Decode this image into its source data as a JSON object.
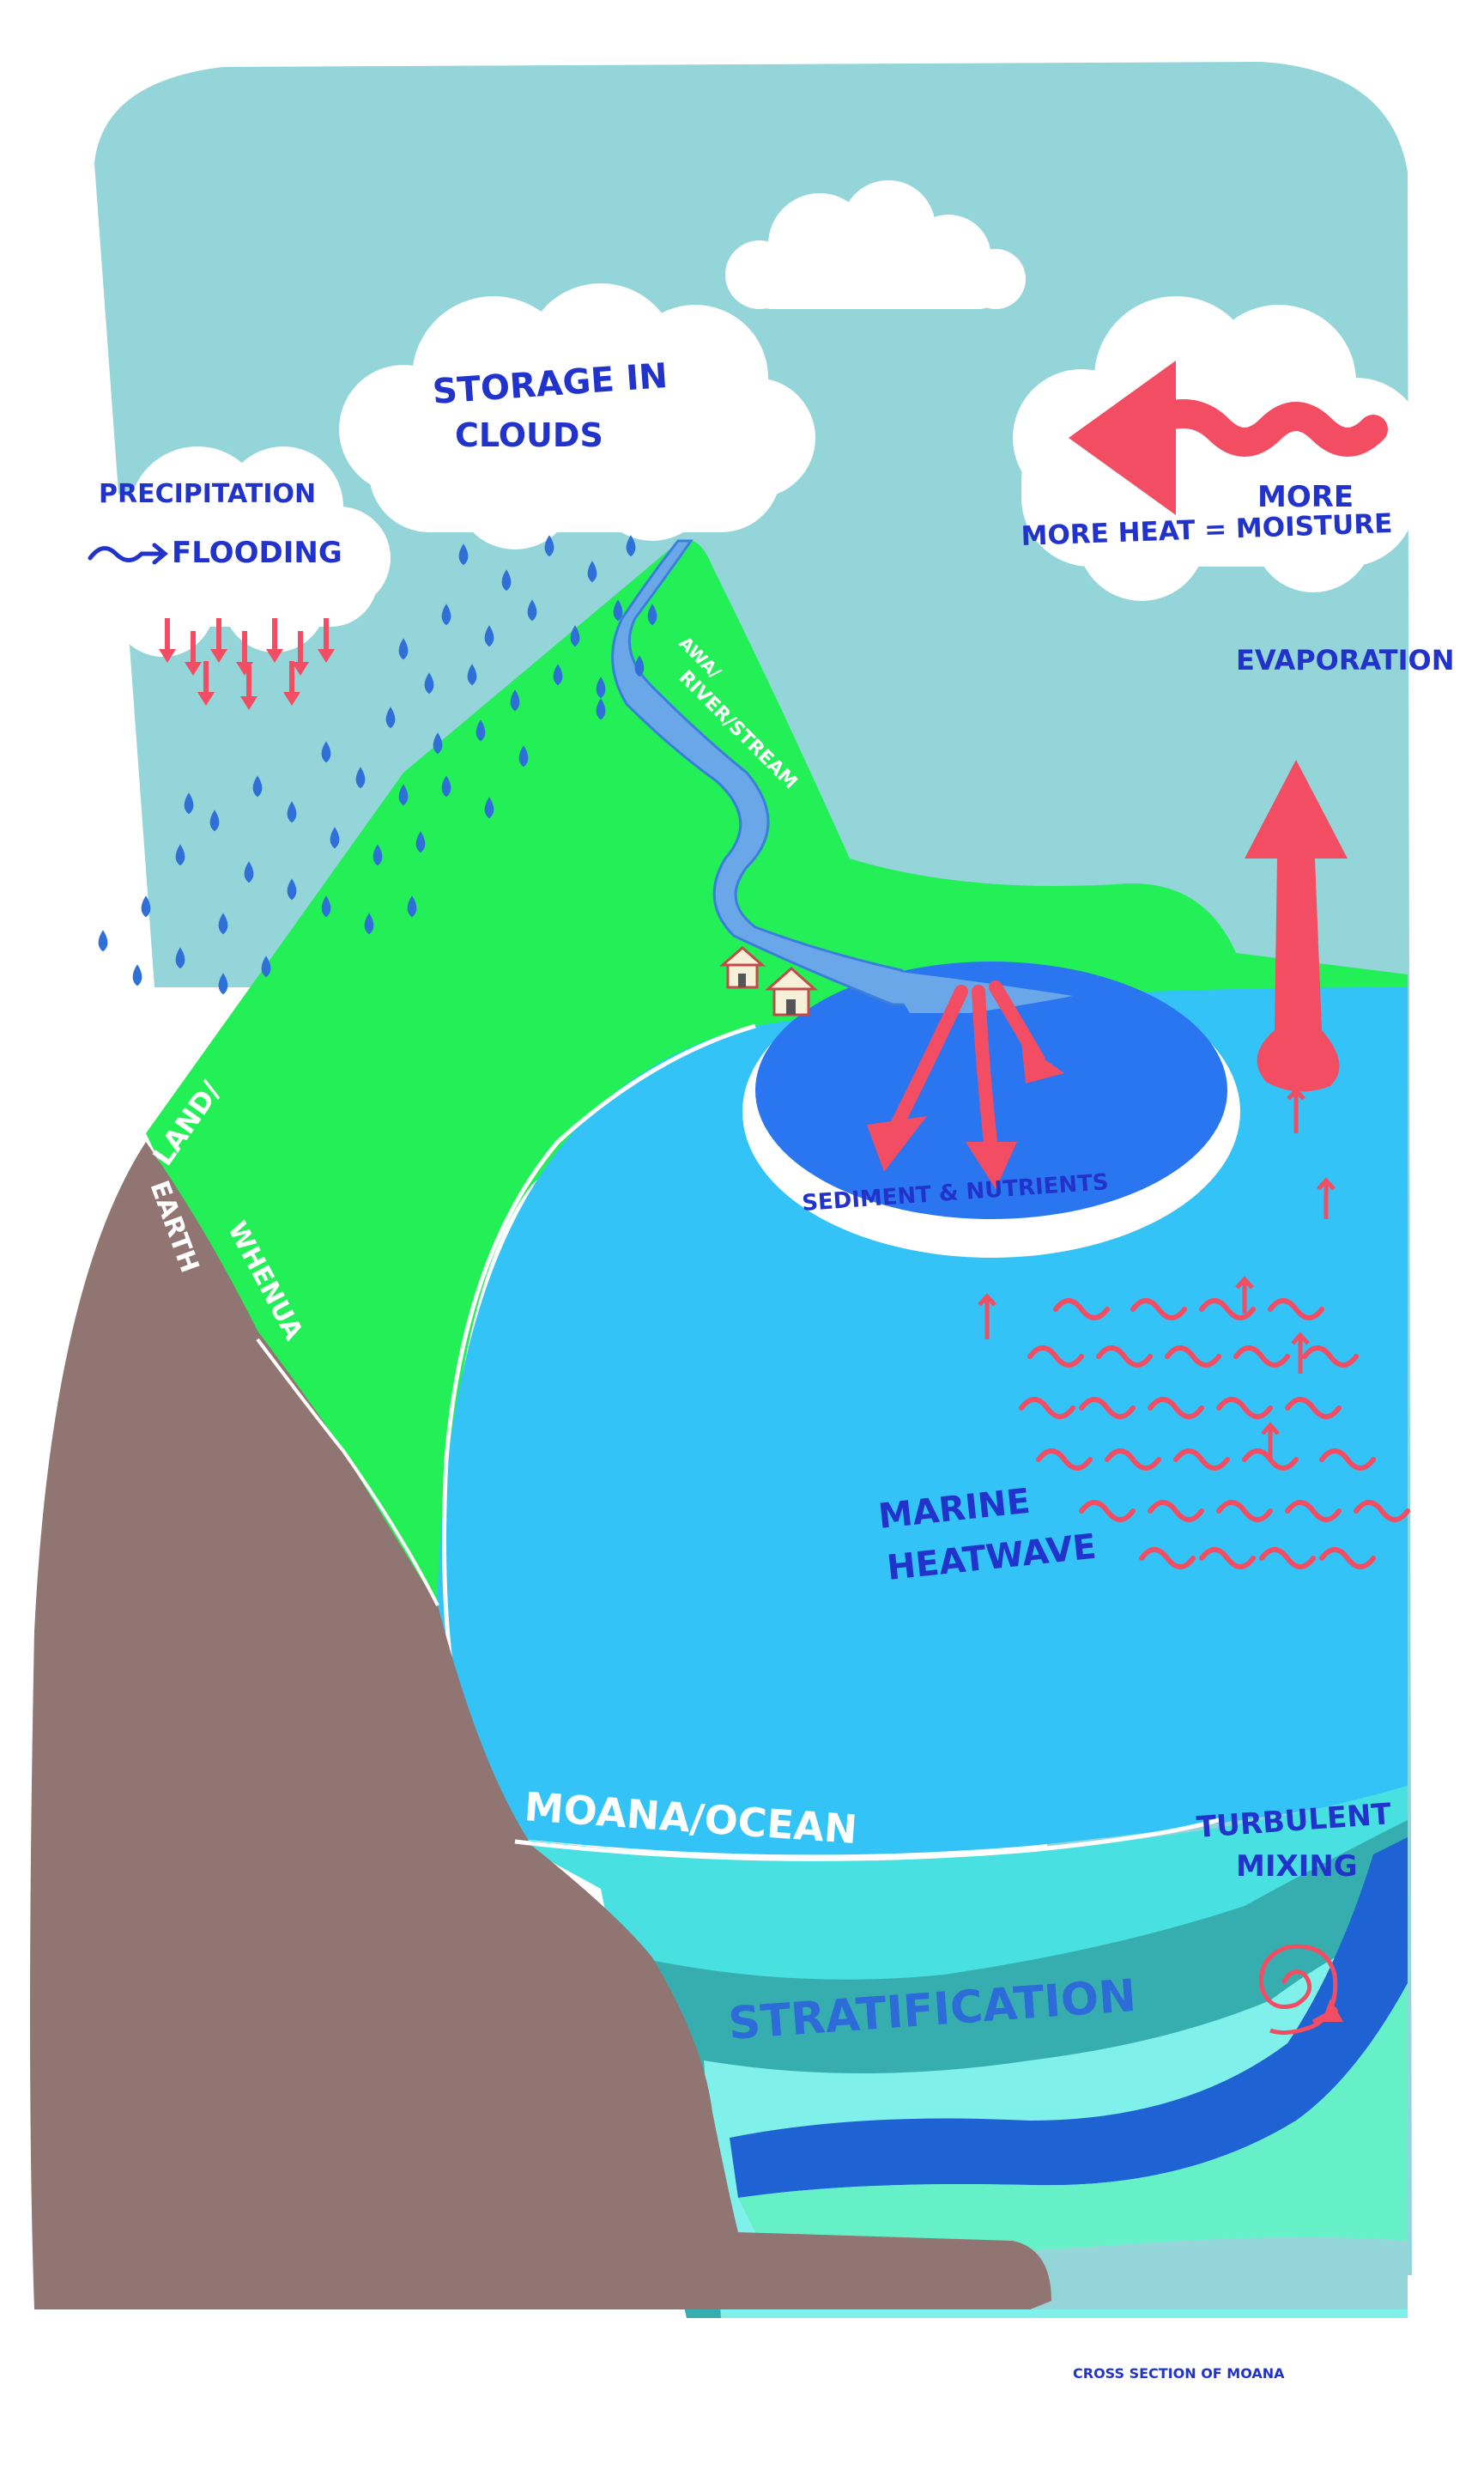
{
  "colors": {
    "sky": "#93d5d9",
    "land": "#22f056",
    "earth": "#917572",
    "ocean": "#33c3f6",
    "lagoon": "#2a75f0",
    "label_blue": "#2233cc",
    "arrow_red": "#f24d63",
    "cloud": "#ffffff",
    "rain": "#2f6fd8",
    "strat_light": "#48e0e0",
    "strat_mid": "#36aeb0",
    "strat_pale": "#7ff0ea",
    "strat_deep": "#1f62d4",
    "strat_mint": "#66f0c8"
  },
  "labels": {
    "storage_line1": "STORAGE IN",
    "storage_line2": "CLOUDS",
    "precipitation": "PRECIPITATION",
    "flooding": "FLOODING",
    "more_top": "MORE",
    "more_heat": "MORE HEAT = MOISTURE",
    "evaporation": "EVAPORATION",
    "awa_line1": "AWA/",
    "awa_line2": "RIVER/STREAM",
    "land": "LAND/",
    "earth": "EARTH",
    "whenua": "WHENUA",
    "sediment": "SEDIMENT & NUTRIENTS",
    "marine_line1": "MARINE",
    "marine_line2": "HEATWAVE",
    "moana": "MOANA/OCEAN",
    "turbulent_line1": "TURBULENT",
    "turbulent_line2": "MIXING",
    "stratification": "STRATIFICATION",
    "caption": "CROSS SECTION OF MOANA"
  },
  "icons": {
    "flood_wave": "tilde-arrow-icon",
    "house": "house-icon",
    "spiral": "spiral-icon"
  }
}
